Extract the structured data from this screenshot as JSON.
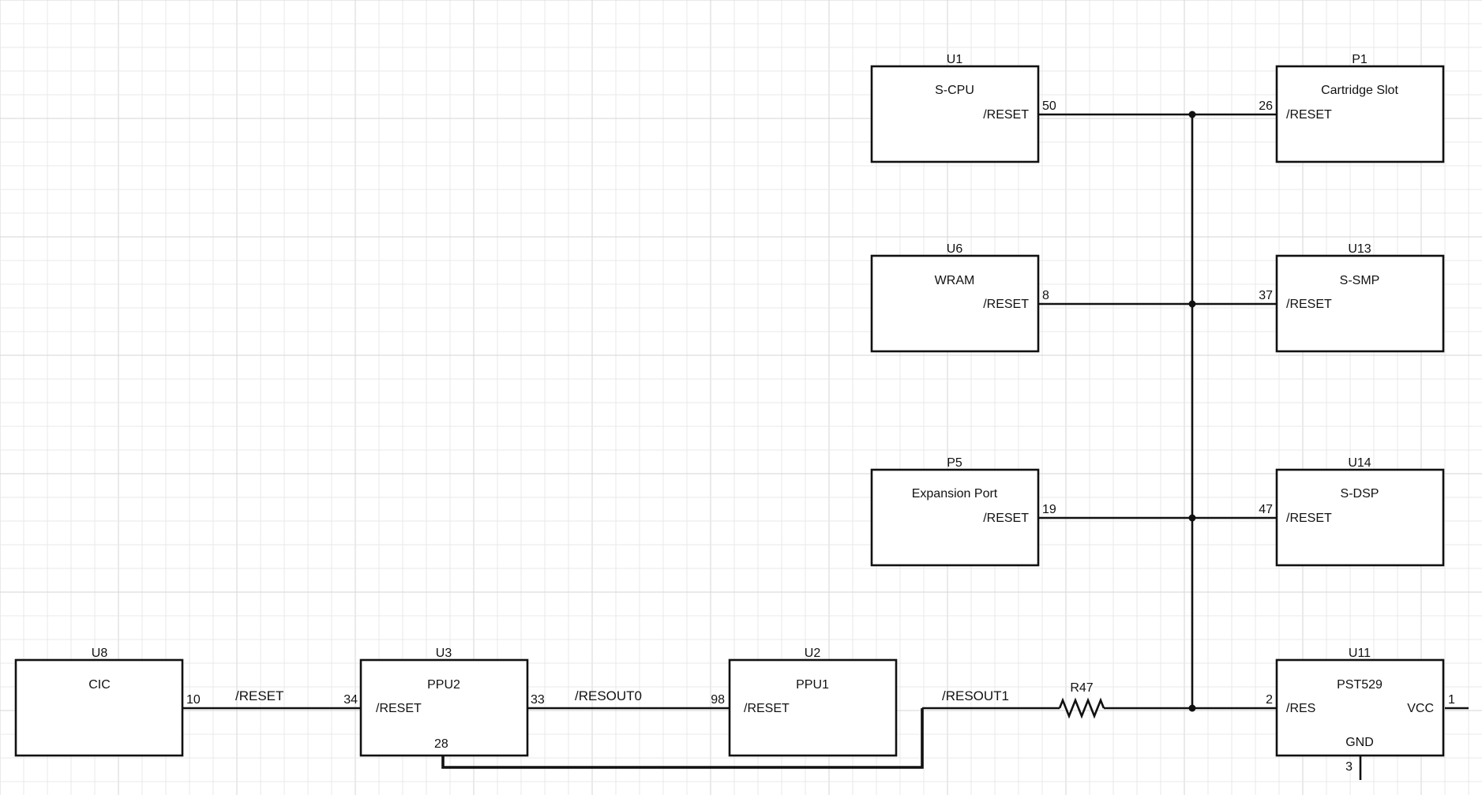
{
  "components": {
    "u8": {
      "ref": "U8",
      "name": "CIC"
    },
    "u3": {
      "ref": "U3",
      "name": "PPU2",
      "pin_reset": "/RESET"
    },
    "u2": {
      "ref": "U2",
      "name": "PPU1",
      "pin_reset": "/RESET"
    },
    "u1": {
      "ref": "U1",
      "name": "S-CPU",
      "pin_reset": "/RESET"
    },
    "u6": {
      "ref": "U6",
      "name": "WRAM",
      "pin_reset": "/RESET"
    },
    "p5": {
      "ref": "P5",
      "name": "Expansion Port",
      "pin_reset": "/RESET"
    },
    "p1": {
      "ref": "P1",
      "name": "Cartridge Slot",
      "pin_reset": "/RESET"
    },
    "u13": {
      "ref": "U13",
      "name": "S-SMP",
      "pin_reset": "/RESET"
    },
    "u14": {
      "ref": "U14",
      "name": "S-DSP",
      "pin_reset": "/RESET"
    },
    "u11": {
      "ref": "U11",
      "name": "PST529",
      "pin_res": "/RES",
      "pin_vcc": "VCC",
      "pin_gnd": "GND"
    },
    "r47": {
      "ref": "R47"
    }
  },
  "pins": {
    "u8_10": "10",
    "u3_34": "34",
    "u3_33": "33",
    "u3_28": "28",
    "u2_98": "98",
    "u1_50": "50",
    "u6_8": "8",
    "p5_19": "19",
    "p1_26": "26",
    "u13_37": "37",
    "u14_47": "47",
    "u11_2": "2",
    "u11_1": "1",
    "u11_3": "3"
  },
  "nets": {
    "reset": "/RESET",
    "resout0": "/RESOUT0",
    "resout1": "/RESOUT1"
  }
}
